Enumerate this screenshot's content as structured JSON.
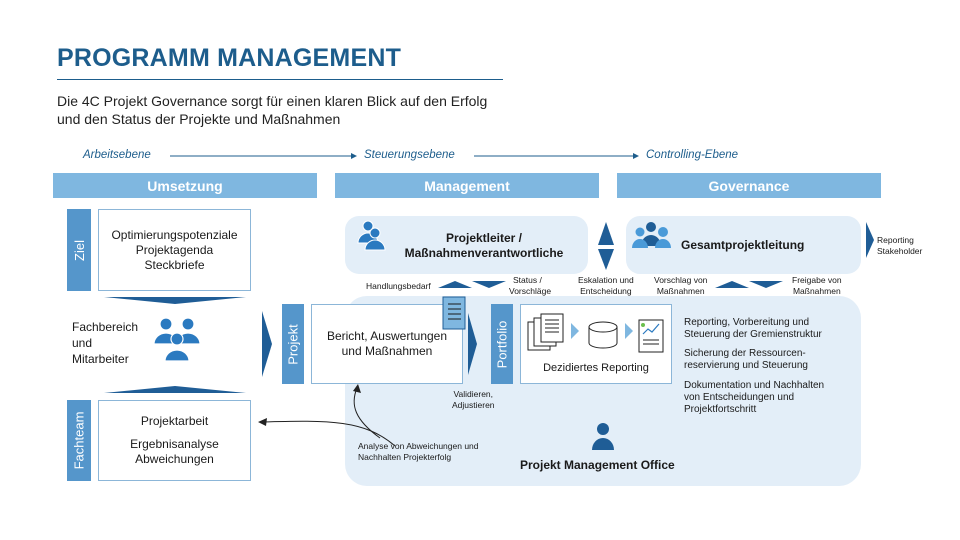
{
  "title": "PROGRAMM MANAGEMENT",
  "subtitle": "Die 4C Projekt Governance sorgt für einen klaren Blick auf den Erfolg und den Status der Projekte und Maßnahmen",
  "levels": [
    "Arbeitsebene",
    "Steuerungsebene",
    "Controlling-Ebene"
  ],
  "headers": [
    "Umsetzung",
    "Management",
    "Governance"
  ],
  "left": {
    "ziel_label": "Ziel",
    "ziel_lines": [
      "Optimierungspotenziale",
      "Projektagenda",
      "Steckbriefe"
    ],
    "fachbereich_lines": [
      "Fachbereich",
      "und",
      "Mitarbeiter"
    ],
    "fachteam_label": "Fachteam",
    "fachteam_line1": "Projektarbeit",
    "fachteam_line2": "Ergebnisanalyse",
    "fachteam_line3": "Abweichungen"
  },
  "middle": {
    "projekt_label": "Projekt",
    "bericht_lines": [
      "Bericht, Auswertungen",
      "und Maßnahmen"
    ],
    "portfolio_label": "Portfolio",
    "dezidiert": "Dezidiertes Reporting",
    "projektleiter_lines": [
      "Projektleiter /",
      "Maßnahmenverantwortliche"
    ],
    "gesamt": "Gesamtprojektleitung",
    "pmo": "Projekt Management Office"
  },
  "right_texts": [
    [
      "Reporting, Vorbereitung und",
      "Steuerung der Gremienstruktur"
    ],
    [
      "Sicherung der Ressourcen-",
      "reservierung und Steuerung"
    ],
    [
      "Dokumentation und Nachhalten",
      "von Entscheidungen und",
      "Projektfortschritt"
    ]
  ],
  "small_labels": {
    "handlungsbedarf": "Handlungsbedarf",
    "status": [
      "Status /",
      "Vorschläge"
    ],
    "eskalation": [
      "Eskalation und",
      "Entscheidung"
    ],
    "vorschlag": [
      "Vorschlag von",
      "Maßnahmen"
    ],
    "freigabe": [
      "Freigabe von",
      "Maßnahmen"
    ],
    "reporting_stakeholder": [
      "Reporting",
      "Stakeholder"
    ],
    "validieren": [
      "Validieren,",
      "Adjustieren"
    ],
    "analyse": [
      "Analyse von Abweichungen und",
      "Nachhalten Projekterfolg"
    ]
  },
  "colors": {
    "title": "#1d5d8c",
    "header": "#7fb7e0",
    "label_block": "#5596cb",
    "panel": "#e3eef8",
    "arrow": "#1f5d96",
    "icon": "#2b7ac0"
  }
}
